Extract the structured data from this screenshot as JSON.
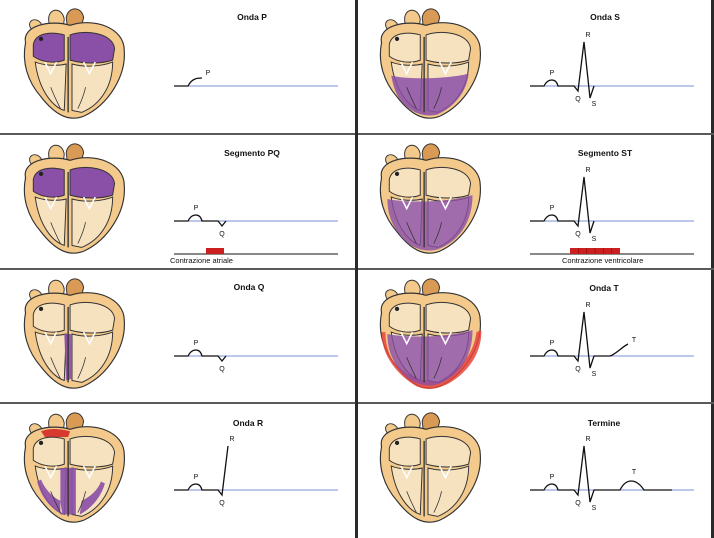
{
  "panels": [
    {
      "title": "Onda P"
    },
    {
      "title": "Segmento PQ",
      "caption": "Contrazione atriale"
    },
    {
      "title": "Onda Q"
    },
    {
      "title": "Onda R"
    },
    {
      "title": "Onda S"
    },
    {
      "title": "Segmento ST",
      "caption": "Contrazione ventricolare"
    },
    {
      "title": "Onda T"
    },
    {
      "title": "Termine"
    }
  ],
  "wave_labels": {
    "P": "P",
    "Q": "Q",
    "R": "R",
    "S": "S",
    "T": "T"
  },
  "colors": {
    "heart_wall": "#f3c98c",
    "heart_wall_dark": "#d89a55",
    "chamber": "#f7e2c0",
    "depolarized": "#8a4fa6",
    "contraction_bar": "#cc1f1f",
    "baseline": "#7b8fd4",
    "trace": "#111111",
    "frame": "#2a2a2a"
  }
}
